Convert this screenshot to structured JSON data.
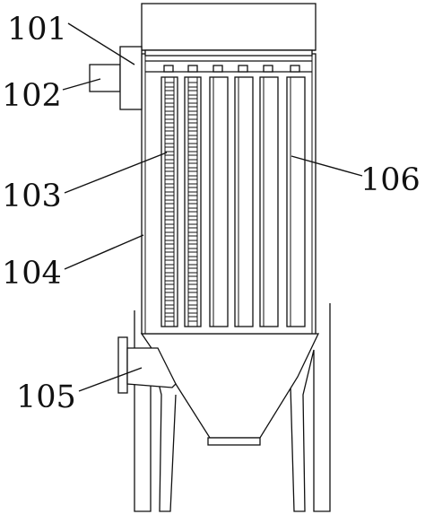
{
  "labels": {
    "l101": "101",
    "l102": "102",
    "l103": "103",
    "l104": "104",
    "l105": "105",
    "l106": "106"
  }
}
